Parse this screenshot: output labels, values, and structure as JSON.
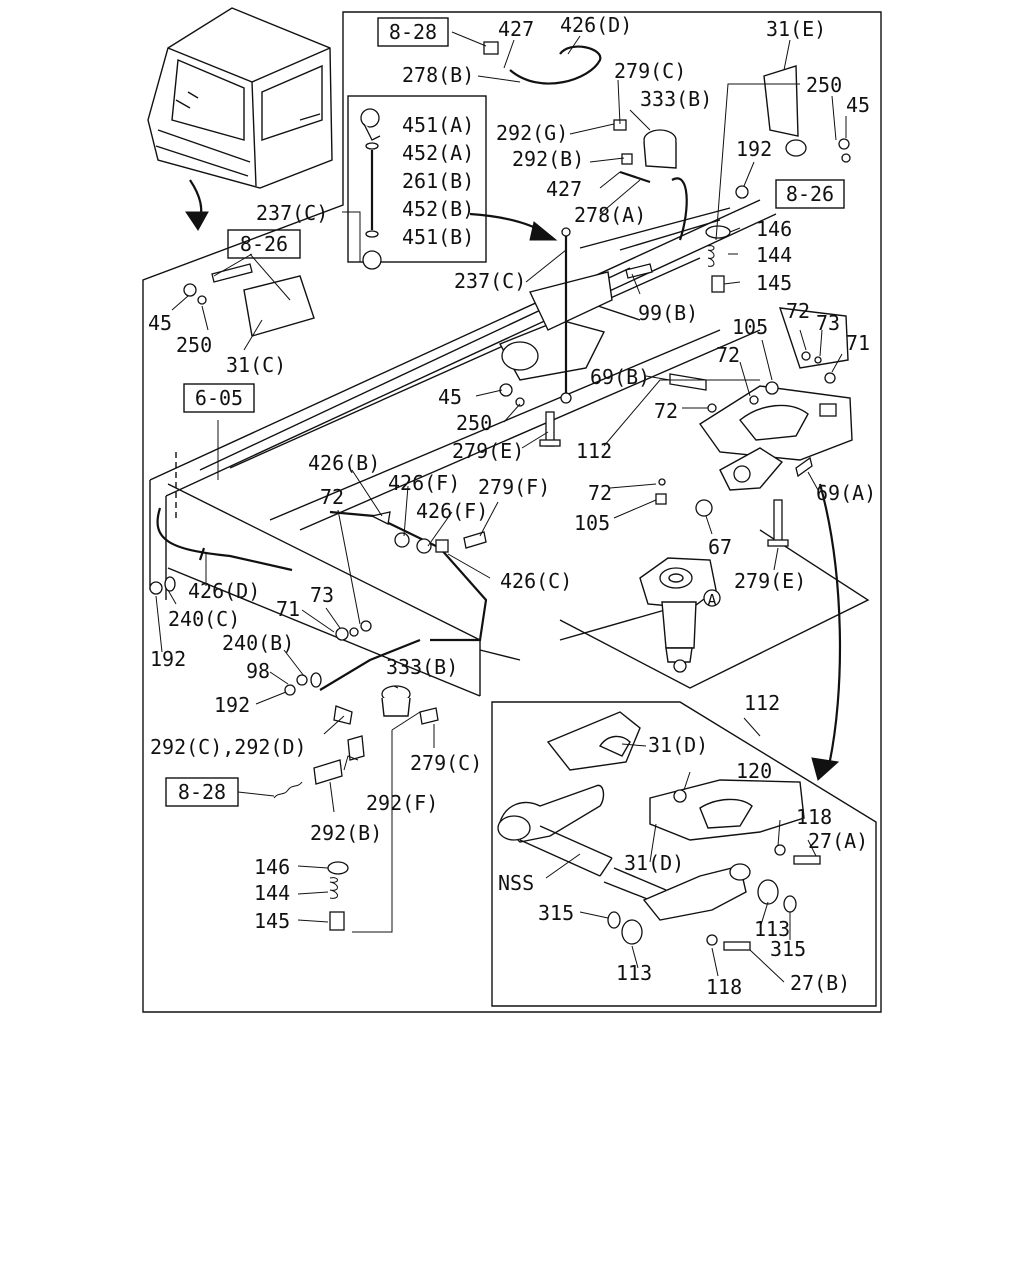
{
  "diagram": {
    "callouts": {
      "c427a": "427",
      "c426d_a": "426(D)",
      "c278b": "278(B)",
      "c279c_a": "279(C)",
      "c333b_a": "333(B)",
      "c31e": "31(E)",
      "c250_a": "250",
      "c45_a": "45",
      "c451a": "451(A)",
      "c452a": "452(A)",
      "c261b": "261(B)",
      "c452b": "452(B)",
      "c451b": "451(B)",
      "c292g": "292(G)",
      "c292b_a": "292(B)",
      "c192_a": "192",
      "c427b": "427",
      "c278a": "278(A)",
      "c237c_a": "237(C)",
      "c237c_b": "237(C)",
      "c146_a": "146",
      "c144_a": "144",
      "c145_a": "145",
      "c99b": "99(B)",
      "c45_b": "45",
      "c250_b": "250",
      "c31c": "31(C)",
      "c72_a": "72",
      "c73_a": "73",
      "c71_a": "71",
      "c105_a": "105",
      "c72_b": "72",
      "c69b": "69(B)",
      "c72_c": "72",
      "c45_c": "45",
      "c250_c": "250",
      "c279e_a": "279(E)",
      "c112_a": "112",
      "c426b": "426(B)",
      "c426f_a": "426(F)",
      "c426f_b": "426(F)",
      "c279f": "279(F)",
      "c72_d": "72",
      "c72_e": "72",
      "c105_b": "105",
      "c69a": "69(A)",
      "c67": "67",
      "c279e_b": "279(E)",
      "c426c": "426(C)",
      "c426d_b": "426(D)",
      "c240c": "240(C)",
      "c192_b": "192",
      "c73_b": "73",
      "c71_b": "71",
      "c240b": "240(B)",
      "c98": "98",
      "c192_c": "192",
      "c333b_b": "333(B)",
      "c292cd": "292(C),292(D)",
      "c279c_b": "279(C)",
      "c292f": "292(F)",
      "c292b_b": "292(B)",
      "c146_b": "146",
      "c144_b": "144",
      "c145_b": "145",
      "c112_b": "112",
      "c31d_a": "31(D)",
      "c120": "120",
      "c118_a": "118",
      "c27a": "27(A)",
      "c31d_b": "31(D)",
      "cNSS": "NSS",
      "c315_a": "315",
      "c113_a": "113",
      "c315_b": "315",
      "c113_b": "113",
      "c118_b": "118",
      "c27b": "27(B)"
    },
    "references": {
      "ref_828_top": "8-28",
      "ref_826_right": "8-26",
      "ref_826_left": "8-26",
      "ref_605": "6-05",
      "ref_828_bottom": "8-28"
    },
    "markers": {
      "A": "A"
    }
  }
}
